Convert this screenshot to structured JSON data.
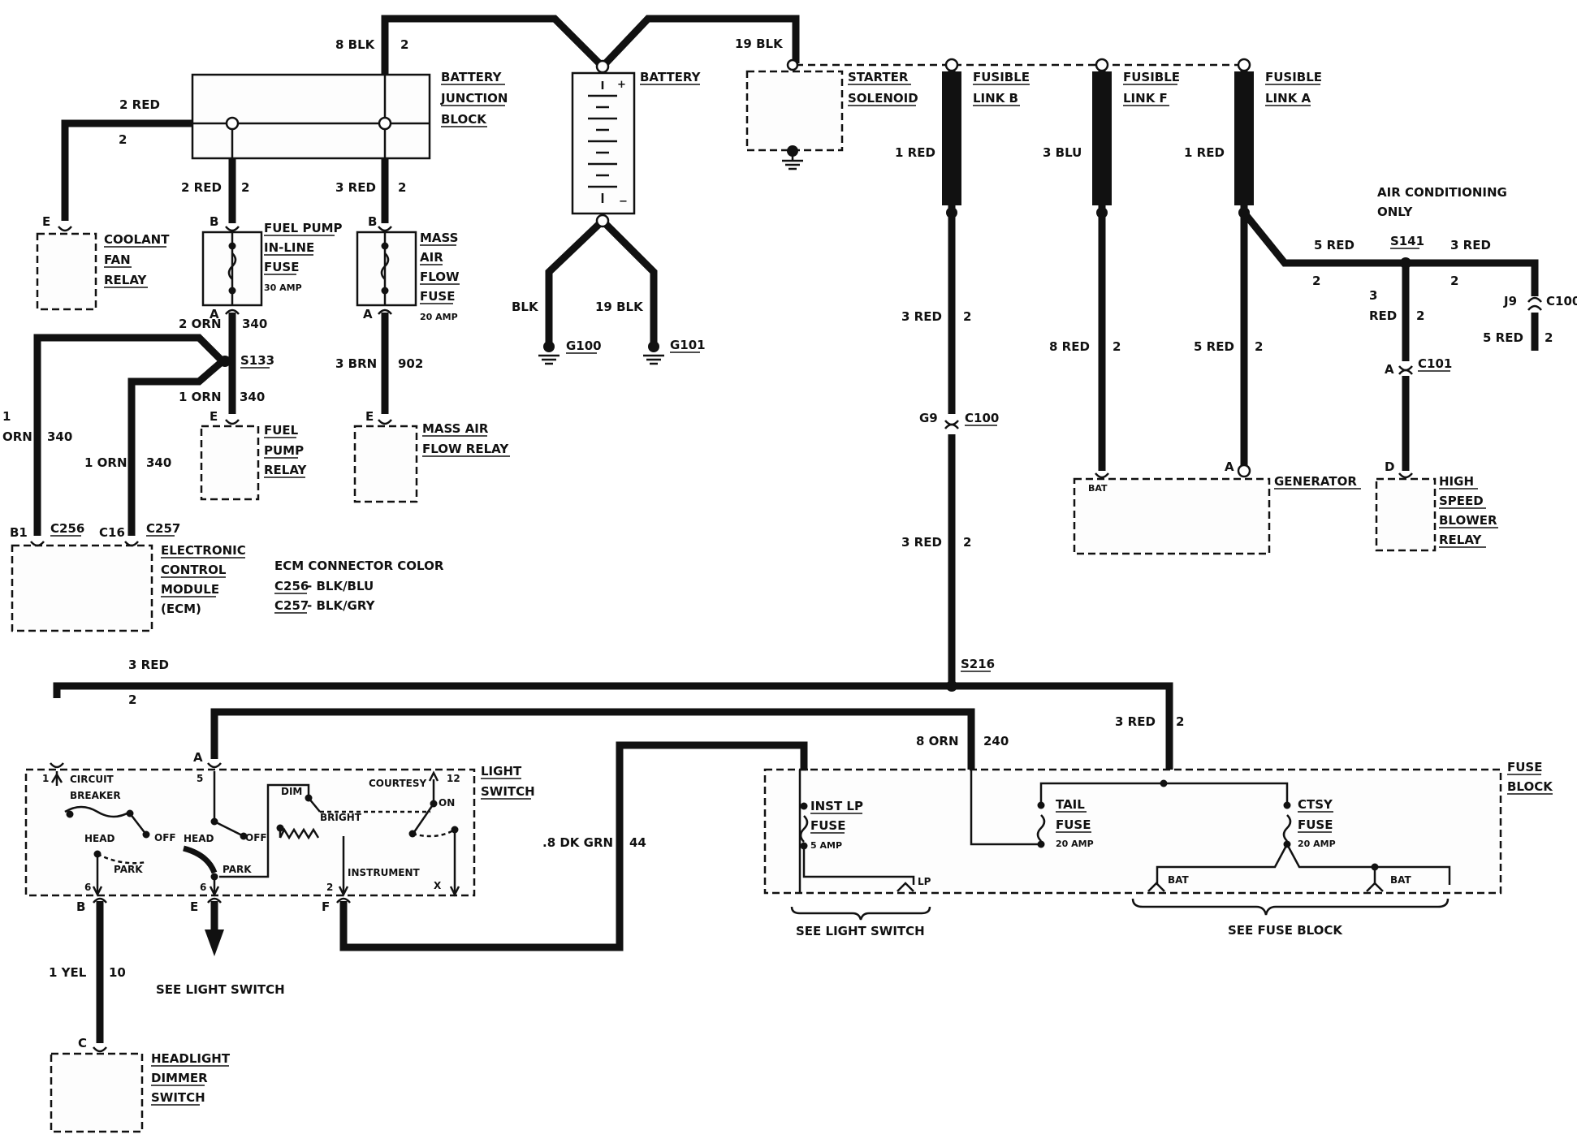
{
  "colors": {
    "ink": "#111111",
    "paper": "#ffffff"
  },
  "wires": {
    "w_8blk": "8 BLK",
    "w_8blk_c": "2",
    "w_19blk_top": "19 BLK",
    "w_2red_left": "2 RED",
    "w_2red_left_c": "2",
    "w_2red_fp": "2 RED",
    "w_2red_fp_c": "2",
    "w_3red_maf": "3 RED",
    "w_3red_maf_c": "2",
    "w_2orn": "2 ORN",
    "w_2orn_c": "340",
    "w_1orn": "1 ORN",
    "w_1orn_c": "340",
    "w_1orn_left_a": "1",
    "w_1orn_left_b": "ORN",
    "w_1orn_left_c": "340",
    "w_1orn_mid": "1 ORN",
    "w_1orn_mid_c": "340",
    "w_3brn": "3 BRN",
    "w_3brn_c": "902",
    "w_blk": "BLK",
    "w_19blk": "19 BLK",
    "w_1red_b": "1 RED",
    "w_3blu": "3 BLU",
    "w_1red_a": "1 RED",
    "w_3red_b": "3 RED",
    "w_3red_b_c": "2",
    "w_8red": "8 RED",
    "w_8red_c": "2",
    "w_5red": "5 RED",
    "w_5red_c": "2",
    "w_5red_ac": "5 RED",
    "w_5red_ac_c": "2",
    "w_3red_ac": "3 RED",
    "w_3red_ac_c": "2",
    "w_3_red_a": "3",
    "w_3_red_b": "RED",
    "w_3_red_c": "2",
    "w_5red_j9": "5 RED",
    "w_5red_j9_c": "2",
    "w_3red_low": "3 RED",
    "w_3red_low_c": "2",
    "w_3red_cb": "3 RED",
    "w_3red_cb_c": "2",
    "w_3red_fb": "3 RED",
    "w_3red_fb_c": "2",
    "w_8orn": "8 ORN",
    "w_8orn_c": "240",
    "w_dkgrn": ".8 DK GRN",
    "w_dkgrn_c": "44",
    "w_1yel": "1 YEL",
    "w_1yel_c": "10"
  },
  "components": {
    "battery_junction": [
      "BATTERY",
      "JUNCTION",
      "BLOCK"
    ],
    "battery": "BATTERY",
    "starter": [
      "STARTER",
      "SOLENOID"
    ],
    "fusible_b": [
      "FUSIBLE",
      "LINK B"
    ],
    "fusible_f": [
      "FUSIBLE",
      "LINK F"
    ],
    "fusible_a": [
      "FUSIBLE",
      "LINK A"
    ],
    "ac_only": [
      "AIR CONDITIONING",
      "ONLY"
    ],
    "coolant": [
      "COOLANT",
      "FAN",
      "RELAY"
    ],
    "fuel_pump_fuse": [
      "FUEL PUMP",
      "IN-LINE",
      "FUSE",
      "30 AMP"
    ],
    "maf_fuse": [
      "MASS",
      "AIR",
      "FLOW",
      "FUSE",
      "20 AMP"
    ],
    "fuel_pump_relay": [
      "FUEL",
      "PUMP",
      "RELAY"
    ],
    "maf_relay": [
      "MASS AIR",
      "FLOW RELAY"
    ],
    "ecm": [
      "ELECTRONIC",
      "CONTROL",
      "MODULE",
      "(ECM)"
    ],
    "ecm_note": {
      "title": "ECM CONNECTOR COLOR",
      "line1_code": "C256",
      "line1_rest": " - BLK/BLU",
      "line2_code": "C257",
      "line2_rest": " - BLK/GRY"
    },
    "generator": "GENERATOR",
    "generator_bat": "BAT",
    "blower": [
      "HIGH",
      "SPEED",
      "BLOWER",
      "RELAY"
    ],
    "light_switch": [
      "LIGHT",
      "SWITCH"
    ],
    "fuse_block": [
      "FUSE",
      "BLOCK"
    ],
    "headlight_dimmer": [
      "HEADLIGHT",
      "DIMMER",
      "SWITCH"
    ],
    "inst_fuse": [
      "INST LP",
      "FUSE",
      "5 AMP"
    ],
    "tail_fuse": [
      "TAIL",
      "FUSE",
      "20 AMP"
    ],
    "ctsy_fuse": [
      "CTSY",
      "FUSE",
      "20 AMP"
    ]
  },
  "connectors": {
    "g100": "G100",
    "g101": "G101",
    "s133": "S133",
    "s141": "S141",
    "s216": "S216",
    "c100": "C100",
    "c100_j9": "C100",
    "c101": "C101",
    "c256": "C256",
    "c257": "C257",
    "g9": "G9",
    "j9": "J9",
    "b1": "B1",
    "c16": "C16",
    "pin_e_coolant": "E",
    "pin_b_fp": "B",
    "pin_a_fp": "A",
    "pin_e_fpr": "E",
    "pin_b_maf": "B",
    "pin_a_maf": "A",
    "pin_e_mafr": "E",
    "pin_a_gen": "A",
    "pin_d_blower": "D",
    "pin_a_c101": "A",
    "pin_a_ls": "A",
    "pin_b_ls": "B",
    "pin_e_ls": "E",
    "pin_f_ls": "F",
    "pin_c_hd": "C"
  },
  "switch_labels": {
    "circuit": "CIRCUIT",
    "breaker": "BREAKER",
    "head1": "HEAD",
    "off1": "OFF",
    "park1": "PARK",
    "head2": "HEAD",
    "off2": "OFF",
    "park2": "PARK",
    "dim": "DIM",
    "bright": "BRIGHT",
    "courtesy": "COURTESY",
    "on": "ON",
    "instrument": "INSTRUMENT",
    "x": "X",
    "n1": "1",
    "n5": "5",
    "n6a": "6",
    "n6b": "6",
    "n2": "2",
    "n12": "12",
    "lp": "LP",
    "bat1": "BAT",
    "bat2": "BAT"
  },
  "references": {
    "see_light_switch_1": "SEE LIGHT SWITCH",
    "see_light_switch_2": "SEE LIGHT SWITCH",
    "see_fuse_block": "SEE FUSE BLOCK"
  }
}
